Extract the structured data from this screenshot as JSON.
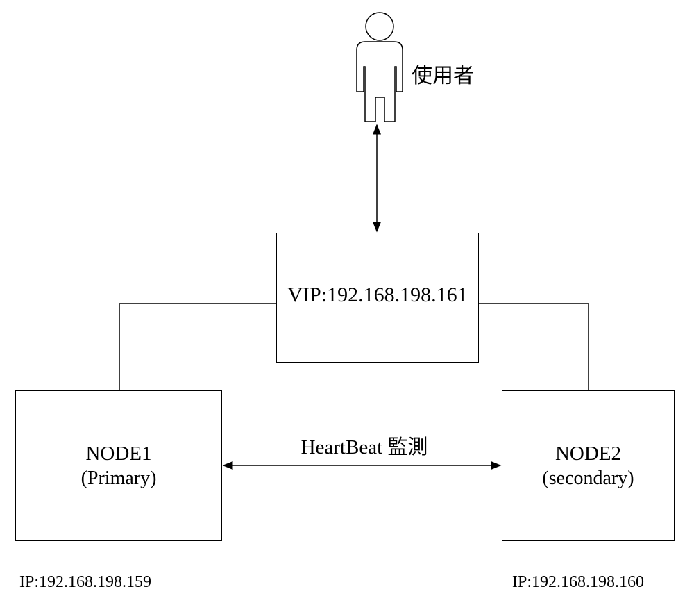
{
  "user": {
    "label": "使用者"
  },
  "vip": {
    "label": "VIP:192.168.198.161"
  },
  "node1": {
    "title": "NODE1",
    "subtitle": "(Primary)",
    "ip": "IP:192.168.198.159"
  },
  "node2": {
    "title": "NODE2",
    "subtitle": "(secondary)",
    "ip": "IP:192.168.198.160"
  },
  "heartbeat": {
    "label": "HeartBeat 監測"
  },
  "colors": {
    "line": "#000000",
    "background": "#ffffff"
  }
}
